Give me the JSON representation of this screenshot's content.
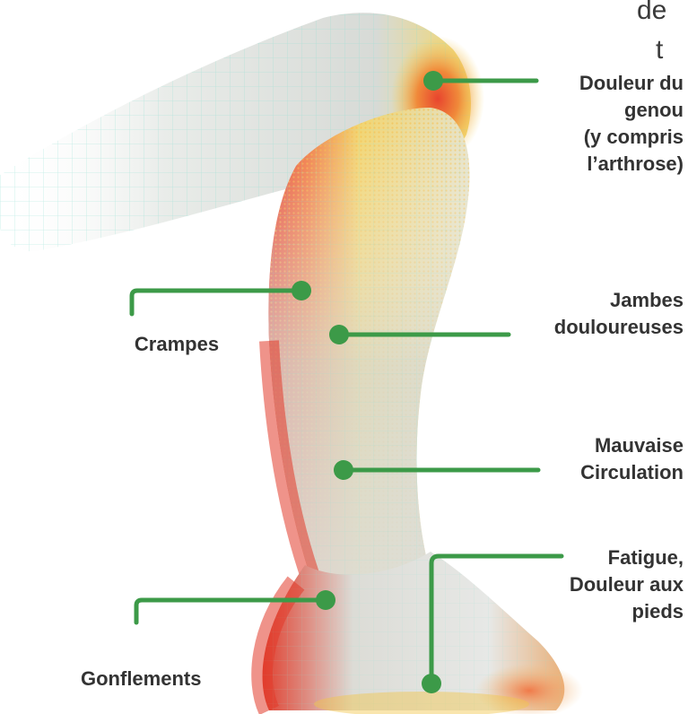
{
  "cut_text": [
    "de",
    "t"
  ],
  "colors": {
    "connector": "#3c9a48",
    "dot": "#3c9a48",
    "label": "#333333",
    "heat_hot": "#e23a2a",
    "heat_warm": "#f2c23a",
    "skin": "#e4e6e4",
    "grid": "#7fd7c9"
  },
  "labels": {
    "knee": "Douleur du\ngenou\n(y compris\nl’arthrose)",
    "cramps": "Crampes",
    "sore_legs": "Jambes\ndouloureuses",
    "circulation": "Mauvaise\nCirculation",
    "feet": "Fatigue,\nDouleur aux\npieds",
    "swelling": "Gonflements"
  }
}
